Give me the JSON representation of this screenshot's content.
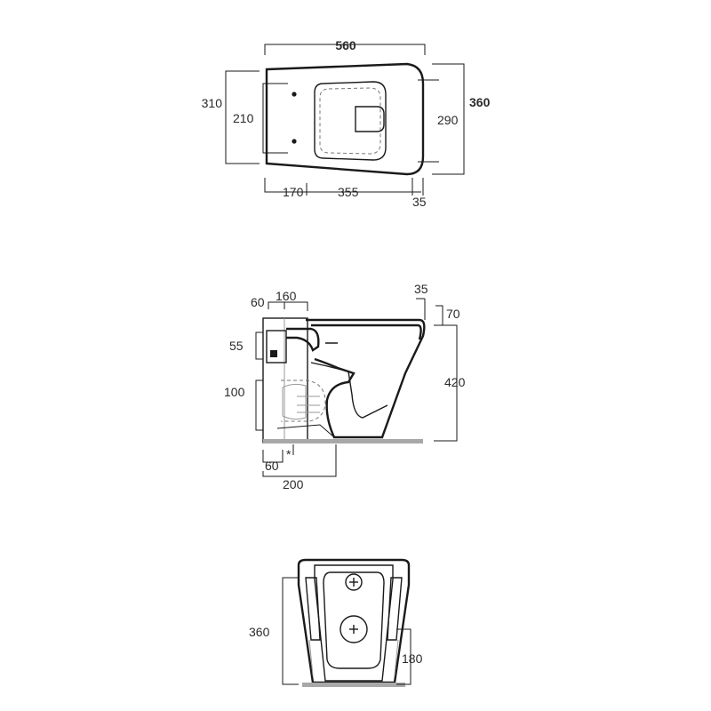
{
  "top_view": {
    "dims": {
      "overall_length": "560",
      "overall_width": "360",
      "rear_width": "310",
      "fixing_span": "210",
      "bowl_width": "290",
      "rear_offset": "170",
      "bowl_length": "355",
      "front_lip": "35"
    }
  },
  "side_view": {
    "dims": {
      "rear_depth": "60",
      "inlet_offset": "160",
      "rim_thickness": "35",
      "rim_height": "70",
      "inlet_height": "55",
      "bowl_height": "420",
      "outlet_height": "100",
      "outlet_offset": "60",
      "outlet_note": "*",
      "outlet_distance": "200"
    }
  },
  "rear_view": {
    "dims": {
      "height": "360",
      "outlet_height": "180"
    }
  },
  "colors": {
    "line": "#1a1a1a",
    "dimension_text": "#2a2a2a",
    "floor": "#a8a8a8"
  }
}
